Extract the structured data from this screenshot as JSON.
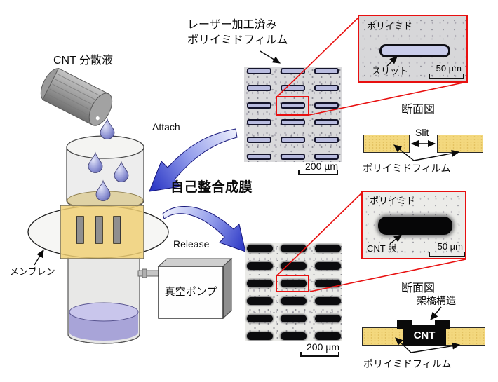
{
  "colors": {
    "accent_red": "#e81010",
    "film_yellow": "#f3d87e",
    "arrow_blue_dark": "#2733c4",
    "arrow_blue_light": "#eef0fd",
    "slit_lavender": "#b9bcdf",
    "liquid_purple": "#a8a4d8"
  },
  "labels": {
    "cnt_dispersion": "CNT 分散液",
    "attach": "Attach",
    "self_align": "自己整合成膜",
    "release": "Release",
    "membrane": "メンブレン",
    "vacuum_pump": "真空ポンプ"
  },
  "top_film": {
    "label_line1": "レーザー加工済み",
    "label_line2": "ポリイミドフィルム",
    "scale": "200 µm",
    "inset": {
      "material": "ポリイミド",
      "feature": "スリット",
      "scale": "50 µm"
    },
    "cross_section": {
      "title": "断面図",
      "slit": "Slit",
      "film": "ポリイミドフィルム"
    }
  },
  "bottom_film": {
    "scale": "200 µm",
    "inset": {
      "material": "ポリイミド",
      "feature": "CNT 膜",
      "scale": "50 µm"
    },
    "cross_section": {
      "title": "断面図",
      "bridge": "架橋構造",
      "cnt": "CNT",
      "film": "ポリイミドフィルム"
    }
  },
  "grids": {
    "slit": {
      "rows": 6,
      "cols": 3
    },
    "cnt": {
      "rows": 6,
      "cols": 3
    }
  }
}
